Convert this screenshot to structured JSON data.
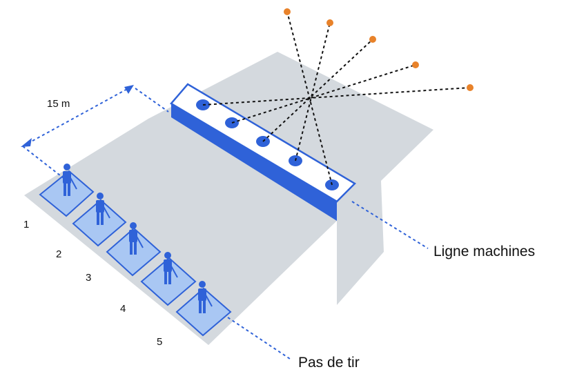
{
  "diagram": {
    "distance_label": "15 m",
    "machine_line_label": "Ligne machines",
    "firing_line_label": "Pas de tir",
    "positions": [
      "1",
      "2",
      "3",
      "4",
      "5"
    ],
    "machine_count": 5,
    "target_count": 5
  },
  "colors": {
    "field": "#d4d9de",
    "trap_front": "#2f62d8",
    "trap_top": "#ffffff",
    "trap_outline": "#2f62d8",
    "trap_hole": "#2f62d8",
    "station_fill": "#a9c7f3",
    "station_outline": "#2f62d8",
    "shooter": "#2f62d8",
    "target": "#e8822a",
    "trajectory": "#111111",
    "callout_line": "#2f62d8"
  }
}
